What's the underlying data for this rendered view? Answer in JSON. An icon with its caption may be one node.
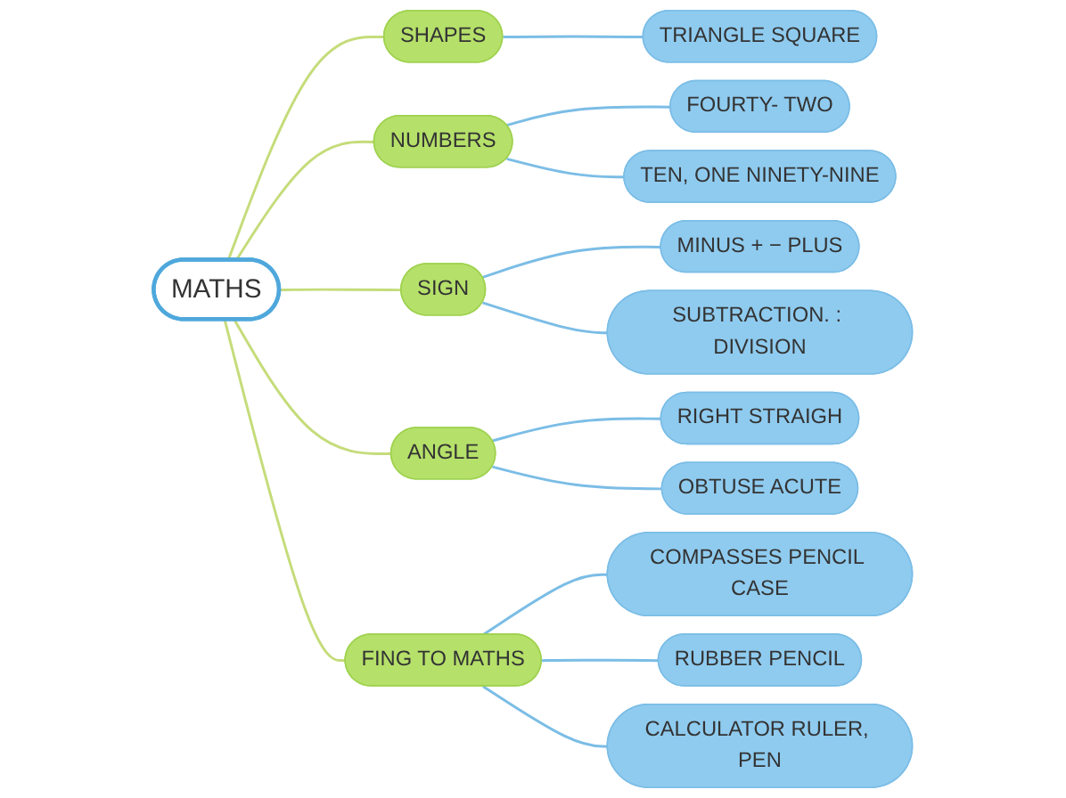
{
  "diagram": {
    "nodes": [
      {
        "text": [
          "TRIANGLE SQUARE"
        ]
      },
      {
        "text": [
          "FOURTY- TWO"
        ]
      },
      {
        "text": [
          "TEN, ONE NINETY-NINE"
        ]
      },
      {
        "text": [
          "SHAPES"
        ]
      },
      {
        "text": [
          "NUMBERS"
        ]
      },
      {
        "text": [
          "MATHS"
        ]
      },
      {
        "text": [
          "MINUS + − PLUS"
        ]
      },
      {
        "text": [
          "COMPASSES PENCIL CASE"
        ]
      },
      {
        "text": [
          "SIGN"
        ]
      },
      {
        "text": [
          "FING TO MATHS"
        ]
      },
      {
        "text": [
          "RUBBER PENCIL"
        ]
      },
      {
        "text": [
          "SUBTRACTION. : DIVISION"
        ]
      },
      {
        "text": [
          "ANGLE"
        ]
      },
      {
        "text": [
          "RIGHT STRAIGH"
        ]
      },
      {
        "text": [
          "CALCULATOR RULER, PEN"
        ]
      },
      {
        "text": [
          "OBTUSE ACUTE"
        ]
      }
    ],
    "edges": [
      {
        "from": 5,
        "to": 3,
        "arrow": "none",
        "color": "#c5dc7a"
      },
      {
        "from": 5,
        "to": 4,
        "arrow": "none",
        "color": "#c5dc7a"
      },
      {
        "from": 5,
        "to": 8,
        "arrow": "none",
        "color": "#c5dc7a"
      },
      {
        "from": 5,
        "to": 12,
        "arrow": "none",
        "color": "#c5dc7a"
      },
      {
        "from": 5,
        "to": 9,
        "arrow": "none",
        "color": "#c5dc7a"
      },
      {
        "from": 3,
        "to": 0,
        "arrow": "none"
      },
      {
        "from": 4,
        "to": 1,
        "arrow": "none"
      },
      {
        "from": 4,
        "to": 2,
        "arrow": "none"
      },
      {
        "from": 8,
        "to": 6,
        "arrow": "none"
      },
      {
        "from": 8,
        "to": 11,
        "arrow": "none"
      },
      {
        "from": 12,
        "to": 13,
        "arrow": "none"
      },
      {
        "from": 12,
        "to": 15,
        "arrow": "none"
      },
      {
        "from": 9,
        "to": 7,
        "arrow": "none"
      },
      {
        "from": 9,
        "to": 10,
        "arrow": "none"
      },
      {
        "from": 9,
        "to": 14,
        "arrow": "none"
      }
    ]
  }
}
